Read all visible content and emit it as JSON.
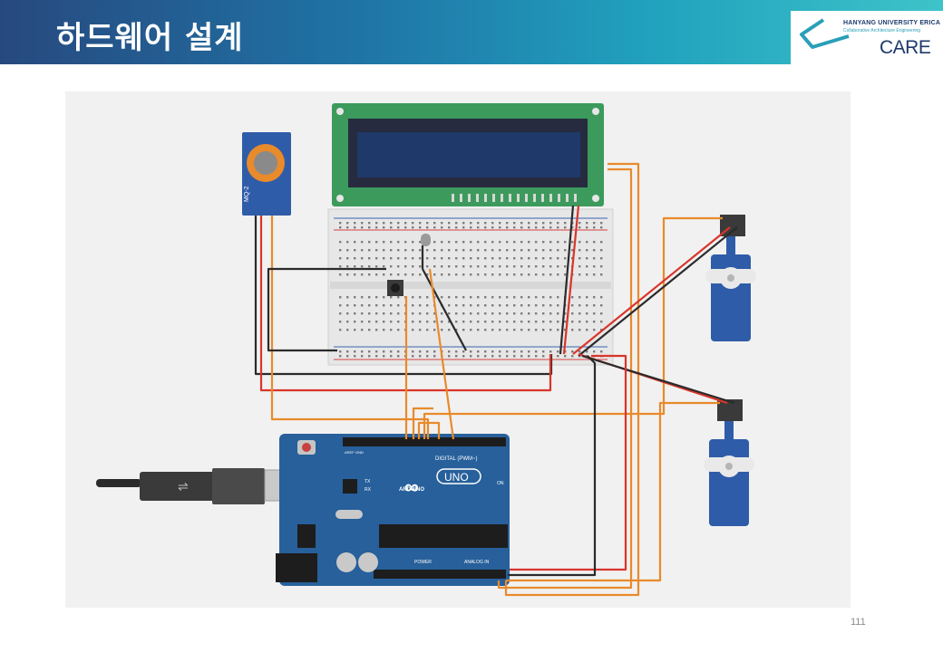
{
  "header": {
    "title": "하드웨어 설계"
  },
  "logo": {
    "university": "HANYANG UNIVERSITY ERICA",
    "subtitle": "Collaborative Architecture Engineering",
    "care": "CARE"
  },
  "diagram": {
    "arduino": {
      "brand": "ARDUINO",
      "model": "UNO",
      "digital_label": "DIGITAL (PWM~)",
      "power_label": "POWER",
      "analog_label": "ANALOG IN",
      "on_label": "ON",
      "tx_label": "TX",
      "rx_label": "RX",
      "aref_label": "AREF",
      "gnd_label": "GND"
    },
    "sensor": {
      "label": "MQ-2"
    },
    "colors": {
      "wire_orange": "#e98a2b",
      "wire_red": "#d9352b",
      "wire_black": "#2b2b2b",
      "board_blue": "#27609b",
      "lcd_green": "#3c9a5c"
    }
  },
  "footer": {
    "page_number": "111"
  }
}
